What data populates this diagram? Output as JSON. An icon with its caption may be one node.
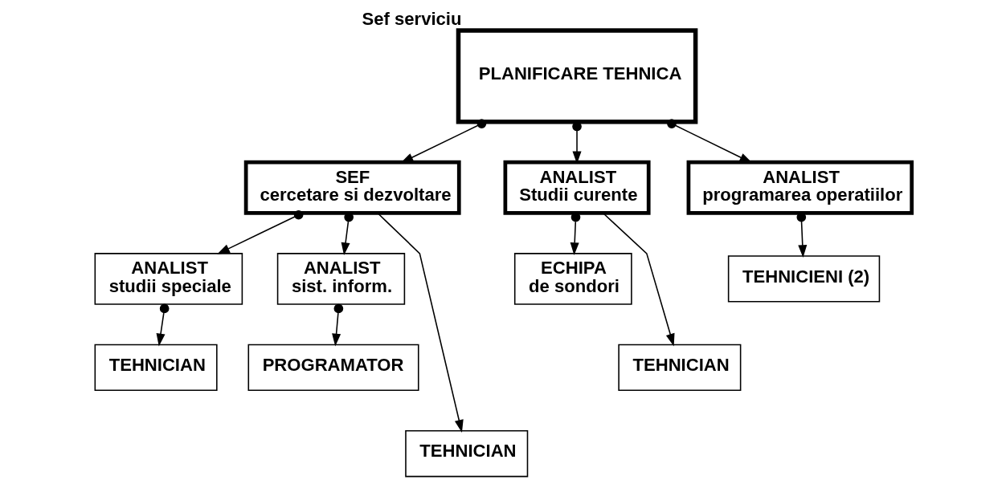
{
  "diagram": {
    "nodes": [
      {
        "text": [
          "PLANIFICARE TEHNICA"
        ],
        "beside": [
          "Sef serviciu"
        ]
      },
      {
        "text": [
          "SEF",
          "cercetare si dezvoltare"
        ]
      },
      {
        "text": [
          "ANALIST",
          "Studii curente"
        ]
      },
      {
        "text": [
          "ANALIST",
          "programarea operatiilor"
        ]
      },
      {
        "text": [
          "ANALIST",
          "studii speciale"
        ]
      },
      {
        "text": [
          "ANALIST",
          "sist. inform."
        ]
      },
      {
        "text": [
          "ECHIPA",
          "de sondori"
        ]
      },
      {
        "text": [
          "TEHNICIENI (2)"
        ]
      },
      {
        "text": [
          "TEHNICIAN"
        ]
      },
      {
        "text": [
          "PROGRAMATOR"
        ]
      },
      {
        "text": [
          "TEHNICIAN"
        ]
      },
      {
        "text": [
          "TEHNICIAN"
        ]
      }
    ],
    "edges": [
      {
        "from": 0,
        "to": 1,
        "arrow": "to"
      },
      {
        "from": 0,
        "to": 2,
        "arrow": "to"
      },
      {
        "from": 0,
        "to": 3,
        "arrow": "to"
      },
      {
        "from": 1,
        "to": 11,
        "arrow": "to"
      },
      {
        "from": 1,
        "to": 4,
        "arrow": "to"
      },
      {
        "from": 1,
        "to": 5,
        "arrow": "to"
      },
      {
        "from": 2,
        "to": 6,
        "arrow": "to"
      },
      {
        "from": 2,
        "to": 10,
        "arrow": "to"
      },
      {
        "from": 3,
        "to": 7,
        "arrow": "to"
      },
      {
        "from": 4,
        "to": 8,
        "arrow": "to"
      },
      {
        "from": 5,
        "to": 9,
        "arrow": "to"
      }
    ]
  }
}
